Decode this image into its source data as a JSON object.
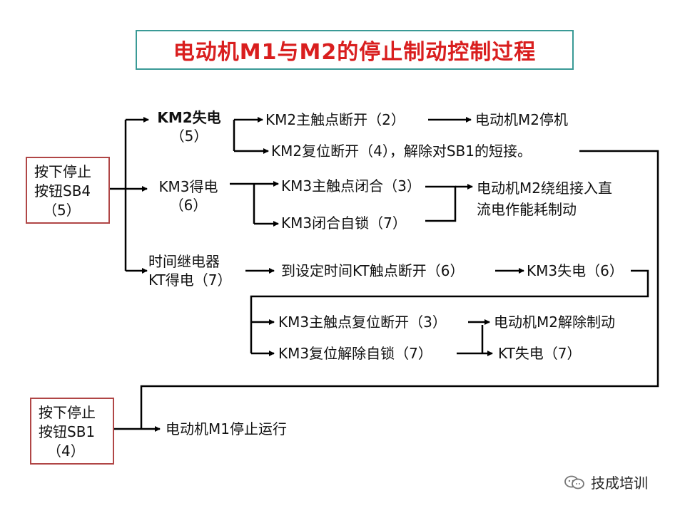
{
  "title": "电动机M1与M2的停止制动控制过程",
  "start_sb4": [
    "按下停止",
    "按钮SB4",
    "（5）"
  ],
  "start_sb1": [
    "按下停止",
    "按钮SB1",
    "（4）"
  ],
  "nodes": {
    "km2_off": [
      "KM2失电",
      "（5）"
    ],
    "km2_main_open": "KM2主触点断开（2）",
    "m2_stop": "电动机M2停机",
    "km2_reset": "KM2复位断开（4），解除对SB1的短接。",
    "km3_on": [
      "KM3得电",
      "（6）"
    ],
    "km3_main_close": "KM3主触点闭合（3）",
    "km3_selflock": "KM3闭合自锁（7）",
    "m2_brake": [
      "电动机M2绕组接入直",
      "流电作能耗制动"
    ],
    "kt_on": [
      "时间继电器",
      "KT得电（7）"
    ],
    "kt_open": "到设定时间KT触点断开（6）",
    "km3_off": "KM3失电（6）",
    "km3_main_reset": "KM3主触点复位断开（3）",
    "m2_unbrake": "电动机M2解除制动",
    "km3_unlock": "KM3复位解除自锁（7）",
    "kt_off": "KT失电（7）",
    "m1_stop": "电动机M1停止运行"
  },
  "watermark": "技成培训",
  "colors": {
    "title_text": "#d91e1e",
    "title_border": "#3a9a96",
    "start_border": "#b04646",
    "line": "#000000"
  }
}
